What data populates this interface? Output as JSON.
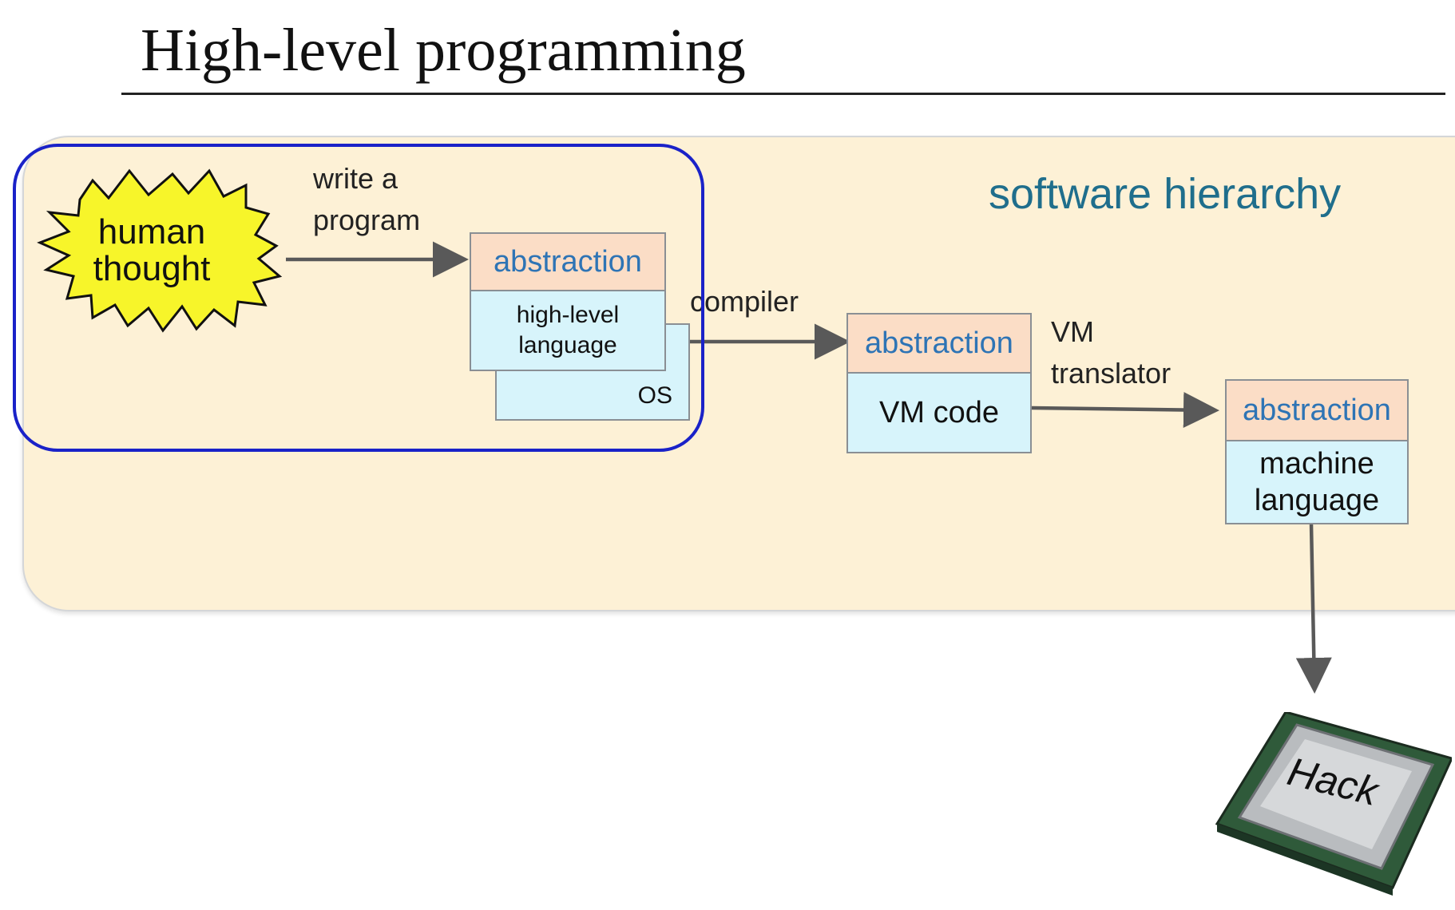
{
  "title": "High-level programming",
  "panel": {
    "label": "software hierarchy"
  },
  "human_thought": {
    "line1": "human",
    "line2": "thought"
  },
  "edges": {
    "write_program": {
      "line1": "write a",
      "line2": "program"
    },
    "compiler": "compiler",
    "vm_translator": {
      "line1": "VM",
      "line2": "translator"
    }
  },
  "nodes": {
    "high_level": {
      "head": "abstraction",
      "line1": "high-level",
      "line2": "language"
    },
    "os": {
      "label": "OS"
    },
    "vm_code": {
      "head": "abstraction",
      "body": "VM code"
    },
    "machine": {
      "head": "abstraction",
      "line1": "machine",
      "line2": "language"
    }
  },
  "chip": {
    "label": "Hack"
  },
  "colors": {
    "panel_bg": "#fdf1d6",
    "highlight_border": "#1a22c8",
    "abstraction_head_bg": "#fbddc6",
    "abstraction_text": "#2e74b5",
    "body_bg": "#d7f4fb",
    "star_fill": "#f7f52a",
    "arrow": "#595959",
    "panel_label": "#1f6e8c"
  }
}
